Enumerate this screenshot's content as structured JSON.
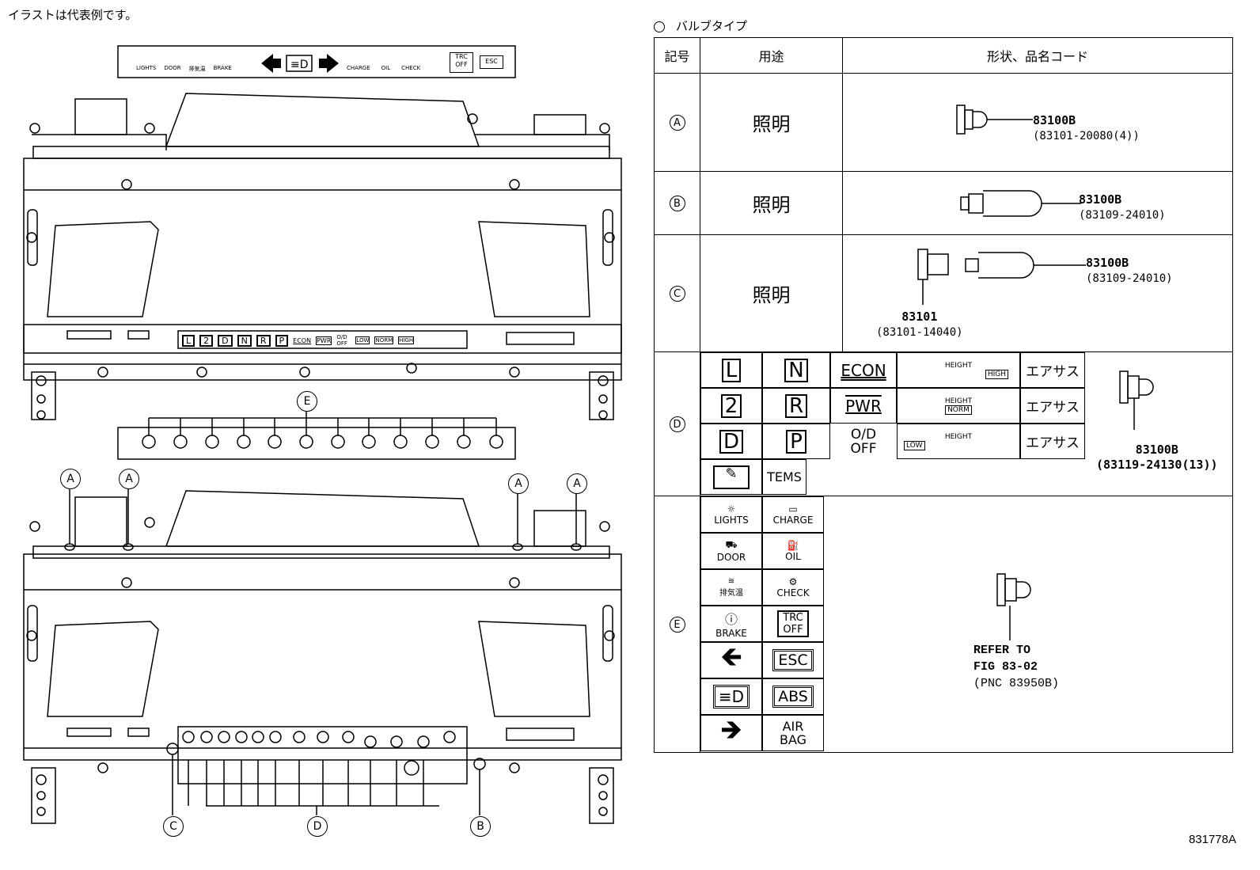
{
  "note": "イラストは代表例です。",
  "figure_id": "831778A",
  "legend": {
    "label": "バルブタイプ"
  },
  "table": {
    "headers": {
      "mark": "記号",
      "use": "用途",
      "shape": "形状、品名コード"
    },
    "rows": [
      {
        "mark": "A",
        "use": "照明",
        "codes": [
          {
            "pnc": "83100B",
            "part": "(83101-20080(4))"
          }
        ]
      },
      {
        "mark": "B",
        "use": "照明",
        "codes": [
          {
            "pnc": "83100B",
            "part": "(83109-24010)"
          }
        ]
      },
      {
        "mark": "C",
        "use": "照明",
        "codes": [
          {
            "pnc": "83100B",
            "part": "(83109-24010)"
          },
          {
            "pnc": "83101",
            "part": "(83101-14040)"
          }
        ]
      },
      {
        "mark": "D",
        "codes": [
          {
            "pnc": "83100B",
            "part": "(83119-24130(13))"
          }
        ],
        "symbols": {
          "col1": [
            "L",
            "2",
            "D"
          ],
          "col2": [
            "N",
            "R",
            "P"
          ],
          "col3": [
            "ECON",
            "PWR",
            "O/D OFF"
          ],
          "height": [
            {
              "label": "HEIGHT",
              "value": "HIGH"
            },
            {
              "label": "HEIGHT",
              "value": "NORM"
            },
            {
              "label": "HEIGHT",
              "value": "LOW"
            }
          ],
          "airsus": [
            "エアサス",
            "エアサス",
            "エアサス"
          ],
          "tems": "TEMS"
        }
      },
      {
        "mark": "E",
        "refer": [
          "REFER TO",
          "FIG 83-02",
          "(PNC 83950B)"
        ],
        "symbols": {
          "left": [
            "LIGHTS",
            "DOOR",
            "排気温",
            "BRAKE"
          ],
          "right": [
            "CHARGE",
            "OIL",
            "CHECK",
            "TRC OFF",
            "ESC",
            "ABS",
            "AIR BAG"
          ]
        }
      }
    ]
  },
  "top_strip": [
    "LIGHTS",
    "DOOR",
    "排気温",
    "BRAKE",
    "CHARGE",
    "OIL",
    "CHECK",
    "TRC OFF",
    "ESC"
  ],
  "mid_strip": [
    "L",
    "2",
    "D",
    "N",
    "R",
    "P",
    "ECON",
    "PWR",
    "O/D OFF",
    "LOW",
    "NORM",
    "HIGH"
  ],
  "callouts": {
    "A": "A",
    "B": "B",
    "C": "C",
    "D": "D",
    "E": "E"
  }
}
